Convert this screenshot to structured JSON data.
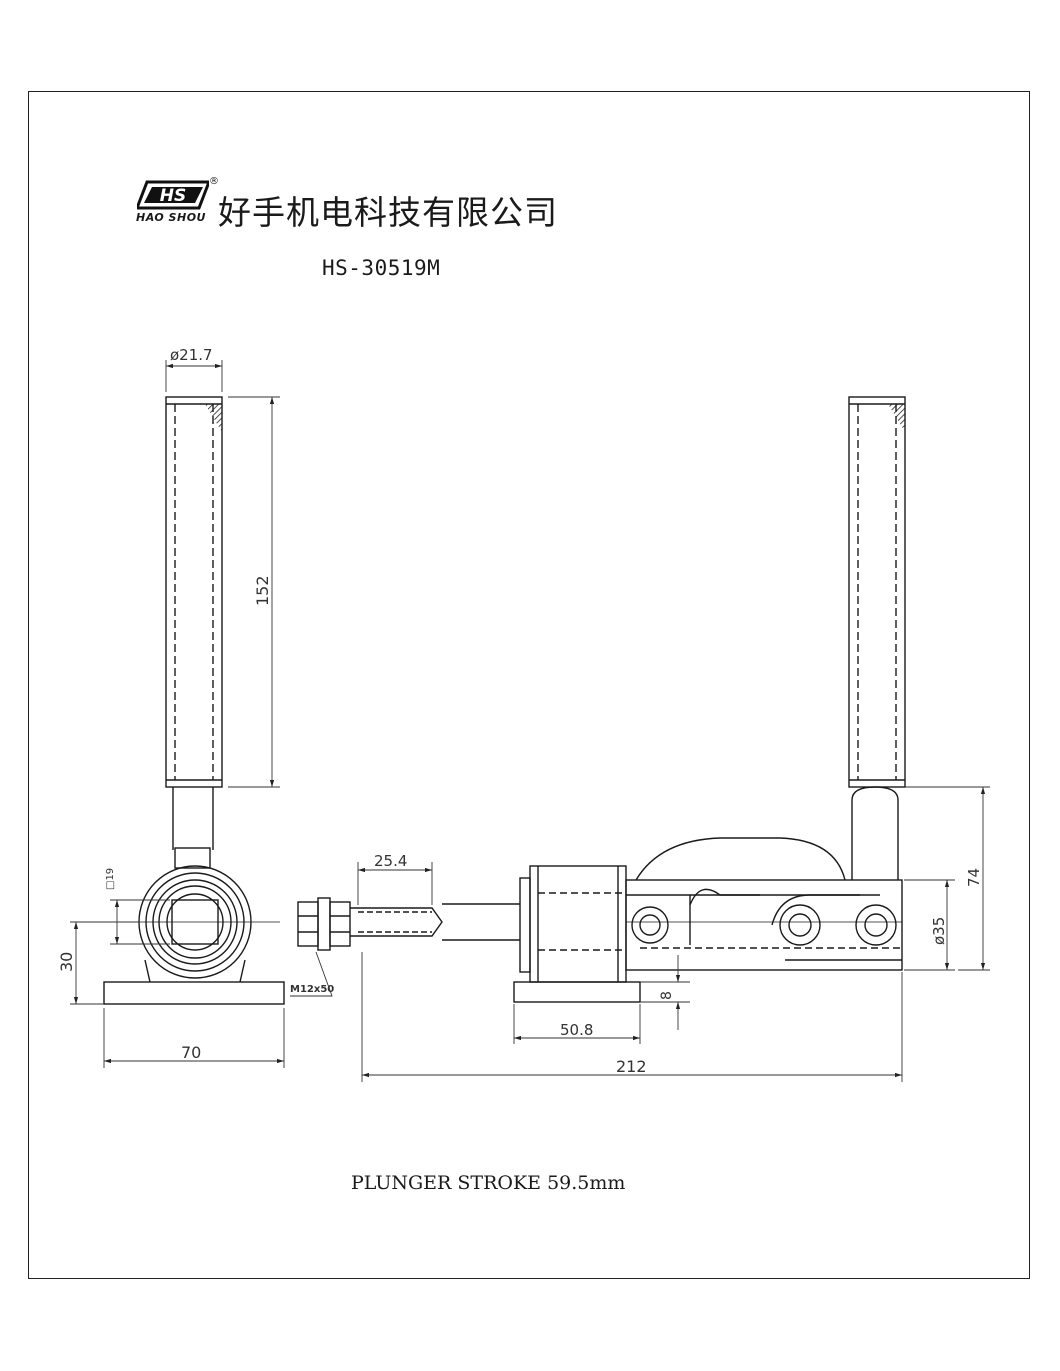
{
  "brand": {
    "logo_text": "HS",
    "logo_mark": "®",
    "subtitle": "HAO SHOU",
    "company_name": "好手机电科技有限公司"
  },
  "model": "HS-30519M",
  "note": "PLUNGER STROKE 59.5mm",
  "dimensions": {
    "handle_diameter": "ø21.7",
    "handle_length": "152",
    "square": "□19",
    "base_height": "30",
    "base_width": "70",
    "thread_length": "25.4",
    "bolt_spec": "M12x50",
    "base_length": "50.8",
    "base_offset": "8",
    "total_length": "212",
    "body_diameter": "ø35",
    "handle_height": "74"
  }
}
